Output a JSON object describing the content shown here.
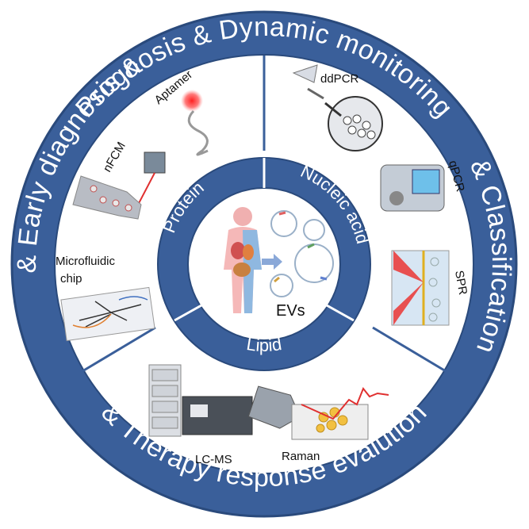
{
  "outer_ring": {
    "top_text": "Prognosis  &  Dynamic monitoring",
    "right_text": "&  Classification",
    "bottom_text": "&  Therapy response evalution",
    "left_text": "&  Early diagnosis  &"
  },
  "inner_ring": {
    "protein": "Protein",
    "nucleic_acid": "Nucleic acid",
    "lipid": "Lipid"
  },
  "center": {
    "label": "EVs"
  },
  "methods": {
    "aptamer": "Aptamer",
    "nfcm": "nFCM",
    "microfluidic": "Microfluidic",
    "microfluidic_2": "chip",
    "ddpcr": "ddPCR",
    "qpcr": "qPCR",
    "spr": "SPR",
    "lcms": "LC-MS",
    "raman": "Raman"
  },
  "colors": {
    "ring": "#3a5f9a",
    "ring_edge": "#2a4a7c",
    "accent_red": "#e03030"
  }
}
